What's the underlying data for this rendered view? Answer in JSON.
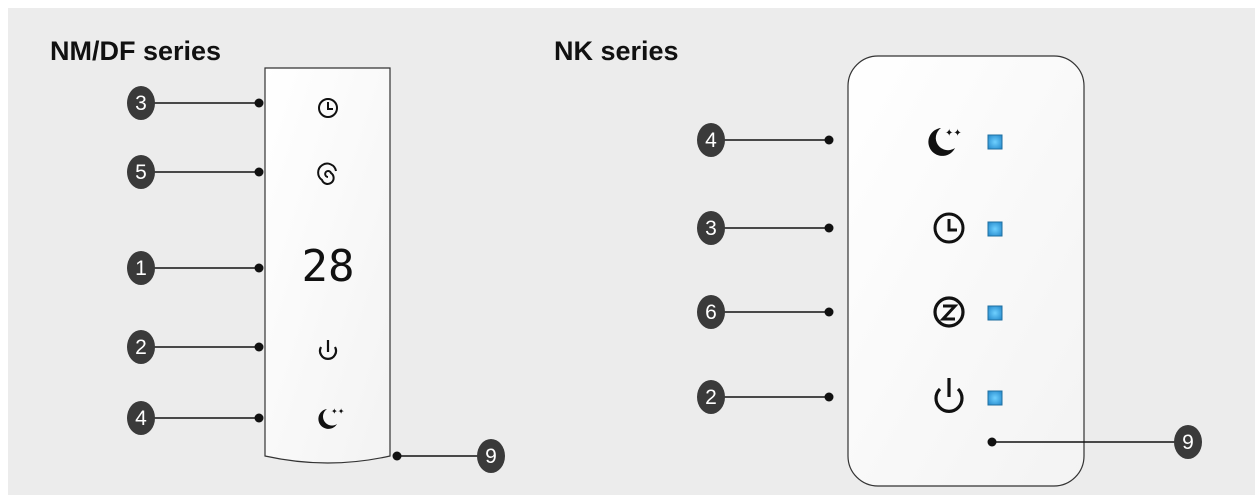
{
  "left_panel": {
    "title": "NM/DF series",
    "display": "28",
    "callouts": [
      {
        "number": "3",
        "icon": "timer-icon"
      },
      {
        "number": "5",
        "icon": "swirl-icon"
      },
      {
        "number": "1",
        "icon": "digital-display"
      },
      {
        "number": "2",
        "icon": "power-icon"
      },
      {
        "number": "4",
        "icon": "sleep-moon-icon"
      },
      {
        "number": "9",
        "icon": ""
      }
    ]
  },
  "right_panel": {
    "title": "NK series",
    "indicator_color": "#3aa9e6",
    "callouts": [
      {
        "number": "4",
        "icon": "sleep-moon-icon"
      },
      {
        "number": "3",
        "icon": "timer-icon"
      },
      {
        "number": "6",
        "icon": "zero-slash-icon"
      },
      {
        "number": "2",
        "icon": "power-icon"
      },
      {
        "number": "9",
        "icon": ""
      }
    ]
  }
}
